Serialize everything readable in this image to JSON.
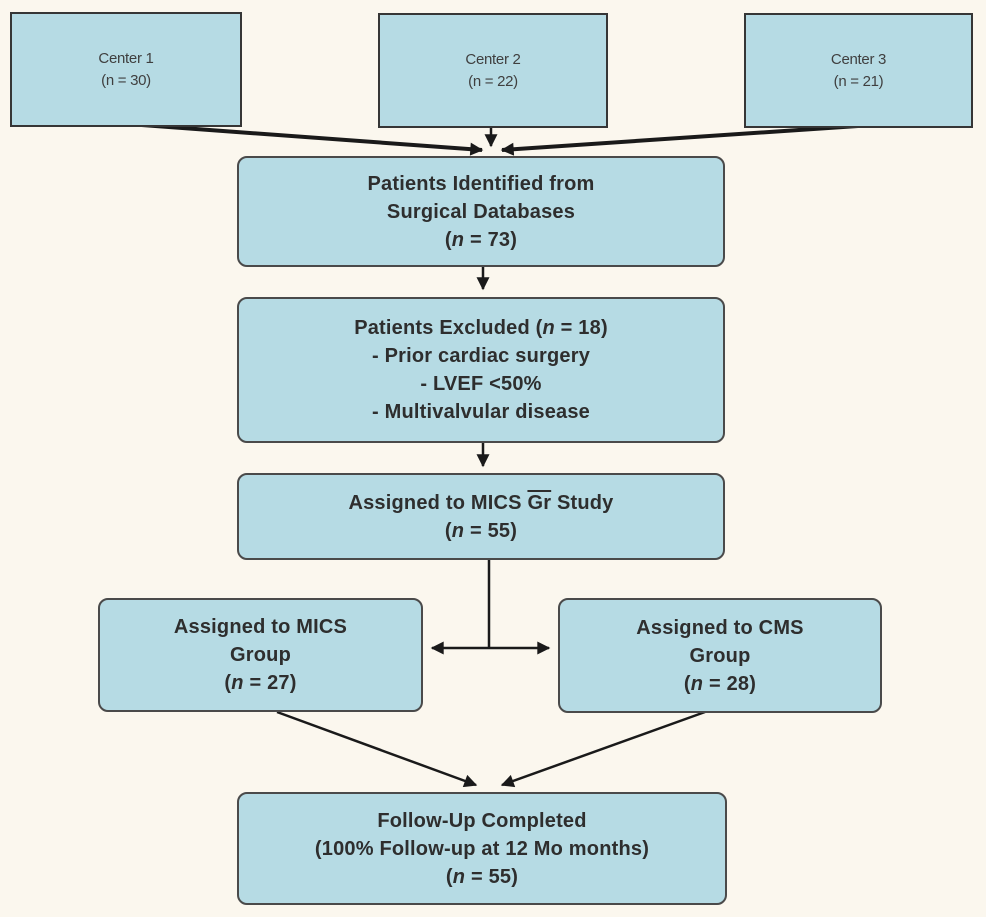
{
  "diagram": {
    "title": "Patient flow diagram (CONSORT-style) for MICS vs CMS study",
    "colors": {
      "background": "#FBF7EE",
      "box_fill": "#B6DBE4",
      "box_border": "#3F3F3F",
      "arrow": "#1A1A1A",
      "text": "#2E2E2E"
    },
    "boxes": {
      "center1": {
        "line1": "Center 1",
        "line2": "(n = 30)"
      },
      "center2": {
        "line1": "Center 2",
        "line2": "(n = 22)"
      },
      "center3": {
        "line1": "Center 3",
        "line2": "(n = 21)"
      },
      "identified": {
        "line1": "Patients Identified from",
        "line2": "Surgical Databases",
        "n_parts": [
          "(",
          "n",
          " = 73)"
        ]
      },
      "excluded": {
        "title_parts": [
          "Patients Excluded (",
          "n",
          " = 18)"
        ],
        "items": [
          "- Prior cardiac surgery",
          "- LVEF <50%",
          "- Multivalvular disease"
        ]
      },
      "assigned_study": {
        "line1_parts": [
          "Assigned to MICS ",
          "Gr",
          " Study"
        ],
        "n_parts": [
          "(",
          "n",
          " = 55)"
        ]
      },
      "mics_group": {
        "line1": "Assigned to MICS",
        "line2": "Group",
        "n_parts": [
          "(",
          "n",
          " = 27)"
        ]
      },
      "cms_group": {
        "line1": "Assigned to CMS",
        "line2": "Group",
        "n_parts": [
          "(",
          "n",
          " = 28)"
        ]
      },
      "followup": {
        "line1": "Follow-Up Completed",
        "line2": "(100% Follow-up at 12 Mo months)",
        "n_parts": [
          "(",
          "n",
          " = 55)"
        ]
      }
    }
  }
}
